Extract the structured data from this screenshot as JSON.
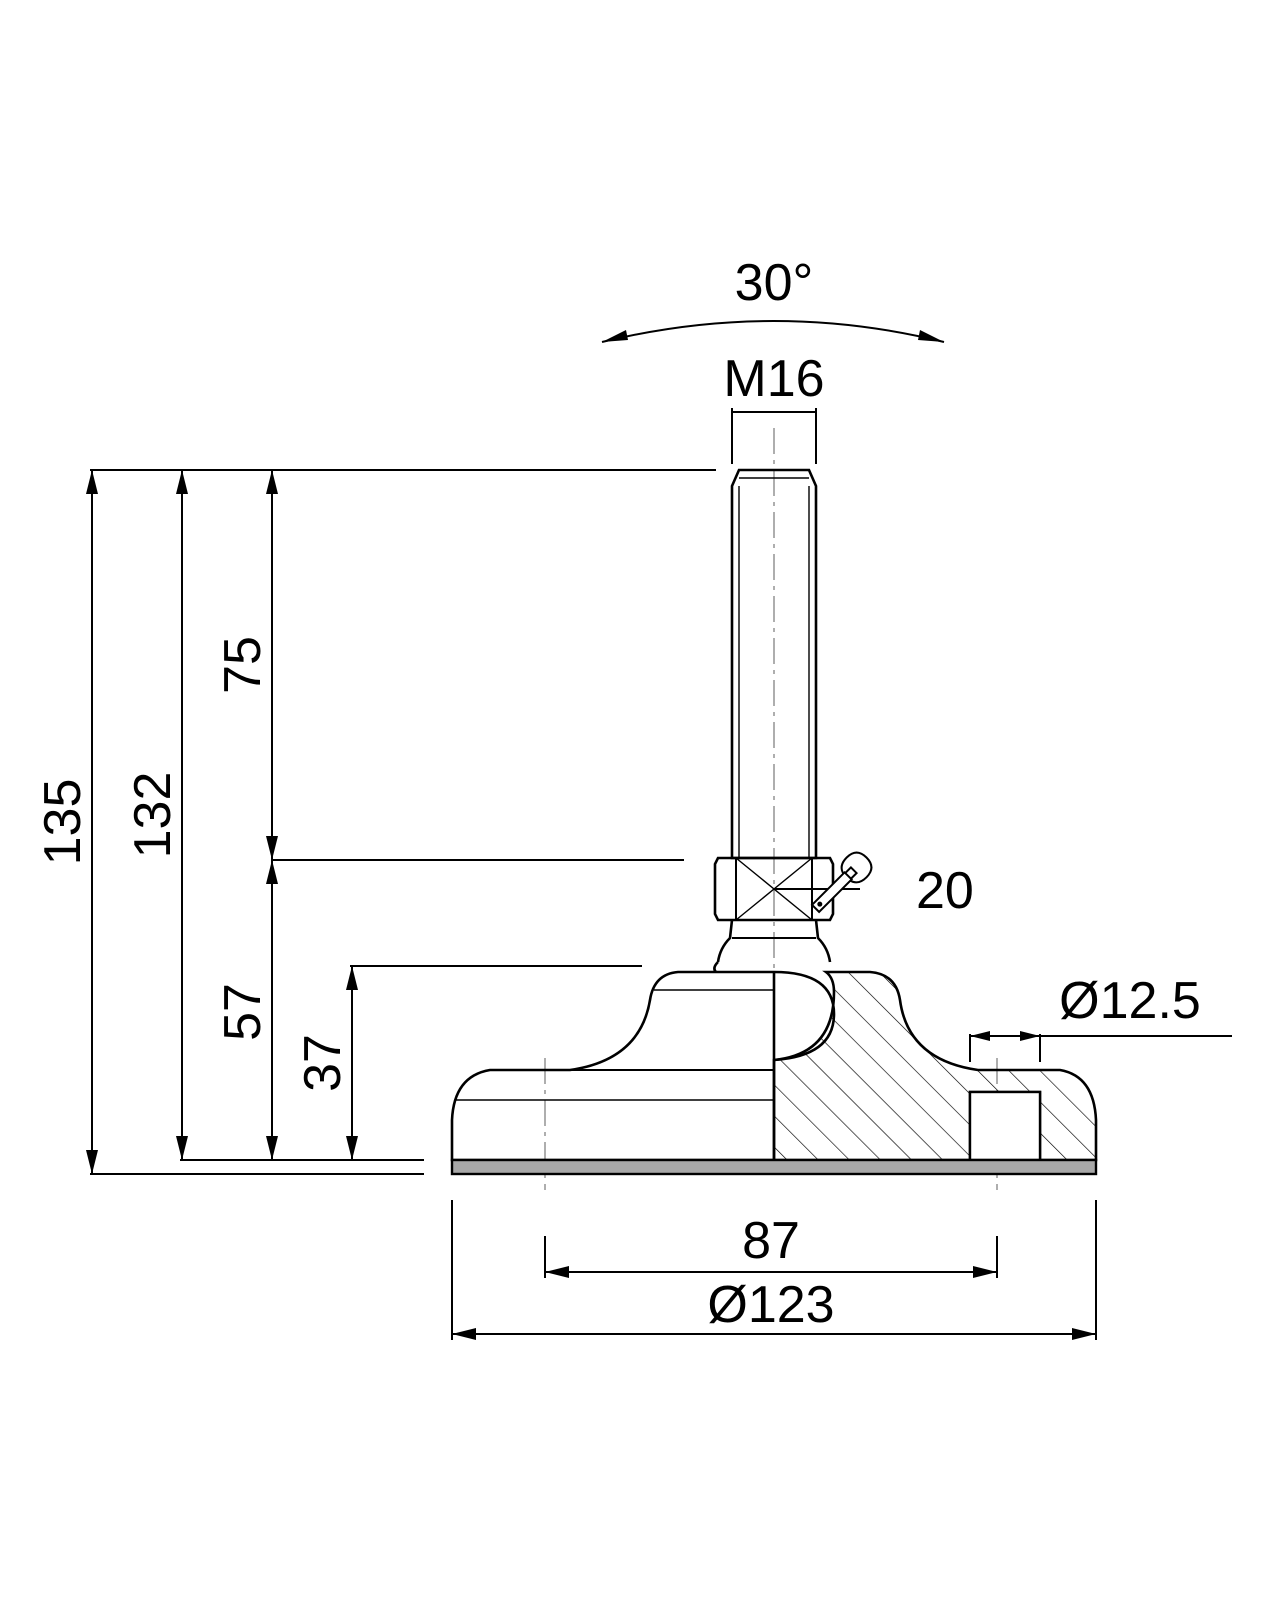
{
  "dimensions": {
    "angle": "30°",
    "thread": "M16",
    "total_height_max": "135",
    "total_height": "132",
    "stud_length": "75",
    "body_height": "57",
    "base_height": "37",
    "wrench_size": "20",
    "hole_diameter": "Ø12.5",
    "hole_spacing": "87",
    "base_diameter": "Ø123"
  },
  "icons": {
    "wrench": "wrench-icon"
  },
  "colors": {
    "line": "#000000",
    "center_line": "#8c8c8c",
    "rubber_pad": "#a8a8a8"
  }
}
